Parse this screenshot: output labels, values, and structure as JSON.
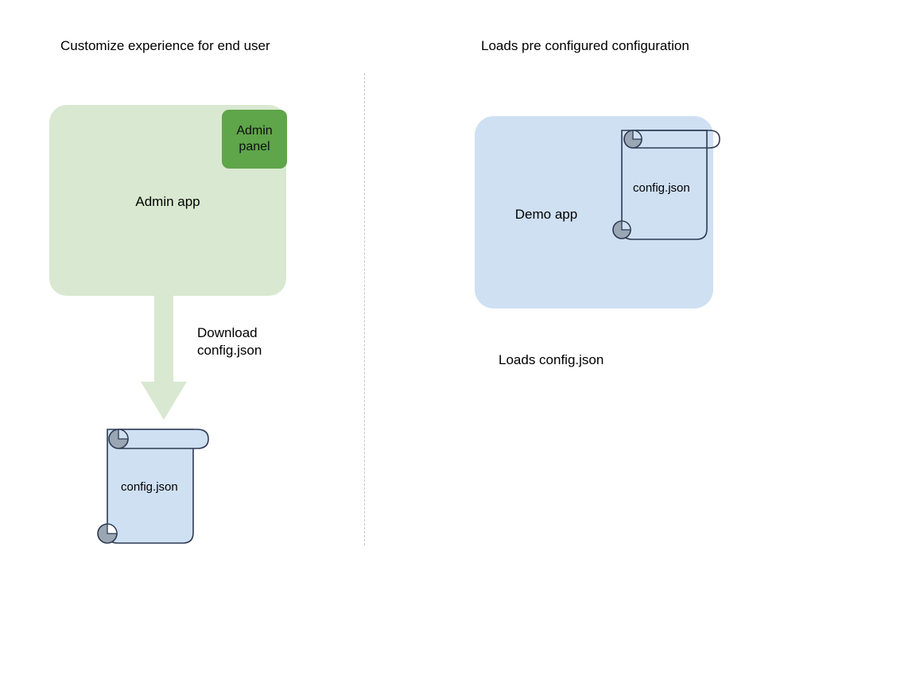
{
  "diagram": {
    "background_color": "#ffffff",
    "columns": [
      {
        "id": "left",
        "title": "Customize experience for end user"
      },
      {
        "id": "right",
        "title": "Loads pre configured configuration"
      }
    ],
    "divider": {
      "style": "dashed-vertical",
      "color": "#c8c8c8"
    },
    "left_column": {
      "app_box": {
        "label": "Admin app",
        "fill": "#d9e8d0"
      },
      "badge": {
        "label": "Admin\npanel",
        "fill": "#5fa54a"
      },
      "arrow": {
        "label": "Download\nconfig.json",
        "fill": "#d9e8d0",
        "direction": "down"
      },
      "document": {
        "label": "config.json",
        "fill": "#cfe0f3",
        "stroke": "#2d3a52",
        "curl_fill": "#9aa6b4"
      }
    },
    "right_column": {
      "app_box": {
        "label": "Demo app",
        "fill": "#cfe0f3"
      },
      "document": {
        "label": "config.json",
        "fill": "none",
        "stroke": "#2d3a52",
        "curl_fill": "#9aa6b4"
      },
      "caption": "Loads config.json"
    }
  }
}
